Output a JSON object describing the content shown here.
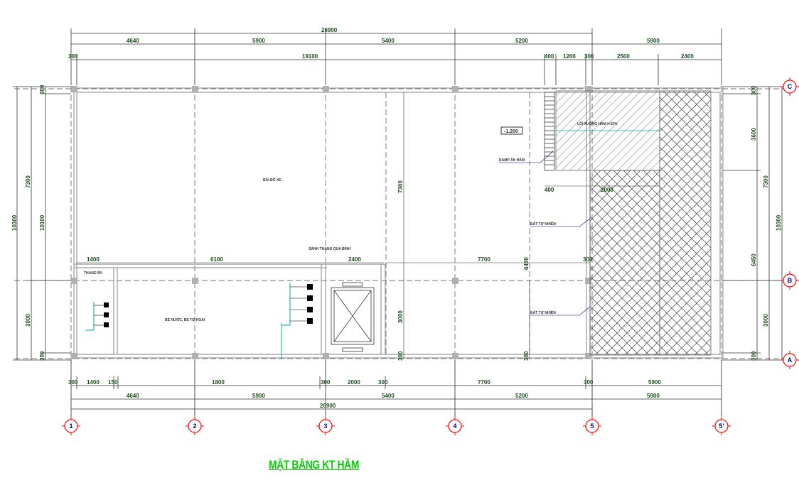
{
  "title": "MẶT BẰNG KT HẦM",
  "colors": {
    "dimension": "#1a4d1a",
    "title": "#00cc00",
    "axis_bubble": "#ff0000",
    "axis_letter": "#000080",
    "hatch": "#555555",
    "column": "#b0b0b0"
  },
  "grid_axes": {
    "numbers": [
      "1",
      "2",
      "3",
      "4",
      "5",
      "5'"
    ],
    "letters": [
      "C",
      "B",
      "A"
    ]
  },
  "top_dims": {
    "overall": "26900",
    "row1": [
      "4640",
      "5900",
      "5400",
      "5200",
      "5900"
    ],
    "row2_total": "19100",
    "row2_left": "300",
    "row2_right": [
      "400",
      "1200",
      "300",
      "2500",
      "2400"
    ]
  },
  "bottom_dims": {
    "row1": [
      "300",
      "1400",
      "150",
      "1800",
      "300",
      "2000",
      "300",
      "7700",
      "300",
      "5900"
    ],
    "row2": [
      "4640",
      "5900",
      "5400",
      "5200",
      "5900"
    ],
    "overall": "26900"
  },
  "left_dims": {
    "outer": "10300",
    "inner": "10100",
    "upper": "7300",
    "lower": "3000",
    "top_small": "300",
    "bottom_small": "300"
  },
  "right_dims": {
    "outer": "10300",
    "upper": "7300",
    "lower": "3000",
    "mid": "3600",
    "lower2": "6450",
    "top_small": "300",
    "bottom_small": "300"
  },
  "interior_dims": {
    "dim_1400": "1400",
    "dim_6100": "6100",
    "dim_2400": "2400",
    "dim_7700": "7700",
    "dim_6450": "6450",
    "dim_300a": "300",
    "dim_3000": "3000",
    "dim_300b": "300",
    "dim_300c": "300",
    "dim_400": "400",
    "dim_2000": "2000",
    "dim_7300": "7300"
  },
  "room_labels": {
    "parking": "BÃI ĐỖ XE",
    "elevator_note": "SẢNH THANG QUA BÌNH",
    "tech_room": "BỂ NƯỚC, BỂ TỰ HOẠI",
    "stair_note": "THANG BV",
    "slope_note": "LỐI XUỐNG HẦM I=15%",
    "ramp_label": "RAMP ÂN HẦM",
    "fill_note_1": "ĐẤT TỰ NHIÊN",
    "fill_note_2": "ĐẤT TỰ NHIÊN",
    "level": "-1.200"
  }
}
